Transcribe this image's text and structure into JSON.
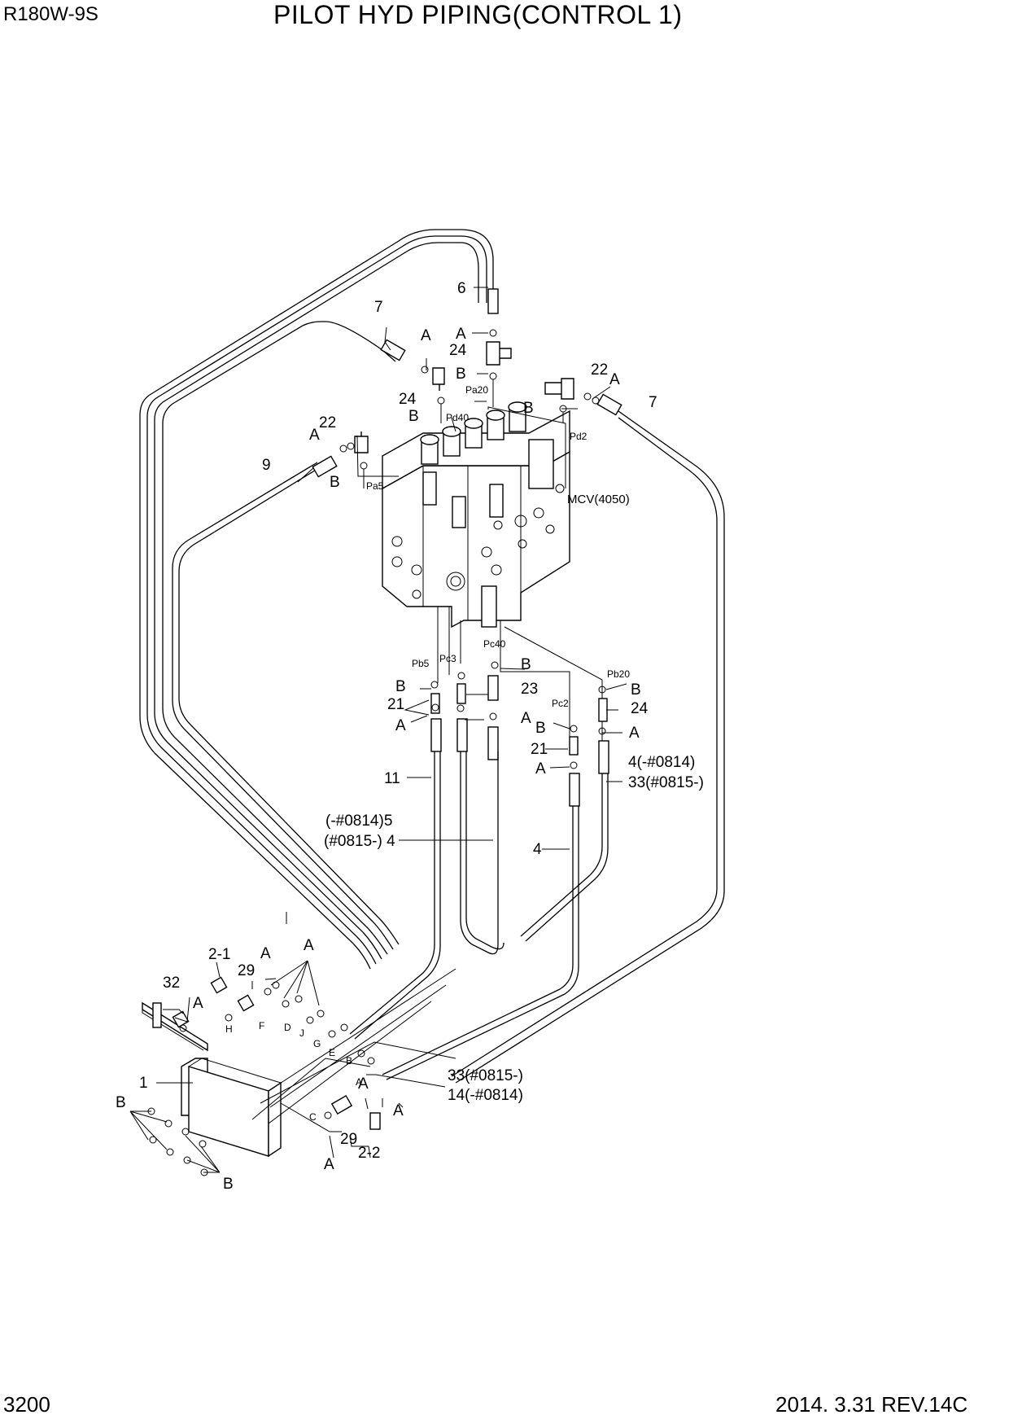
{
  "header": {
    "model": "R180W-9S",
    "title": "PILOT HYD PIPING(CONTROL 1)"
  },
  "footer": {
    "page_number": "3200",
    "revision": "2014. 3.31  REV.14C"
  },
  "labels": {
    "p6": "6",
    "p7a": "7",
    "p24a": "24",
    "p24b": "24",
    "p22a": "22",
    "p22b": "22",
    "p7b": "7",
    "p9": "9",
    "p23": "23",
    "p24c": "24",
    "p21a": "21",
    "p21b": "21",
    "p11": "11",
    "p4a": "4(-#0814)",
    "p33a": "33(#0815-)",
    "p5": "(-#0814)5",
    "p4b": "(#0815-) 4",
    "p4c": "4",
    "p21_1": "2-1",
    "p29a": "29",
    "p32": "32",
    "p1": "1",
    "p33b": "33(#0815-)",
    "p14": "14(-#0814)",
    "p29b": "29",
    "p22_2": "2-2",
    "mcv": "MCV(4050)",
    "Aa": "A",
    "Ab": "A",
    "Ac": "A",
    "Ad": "A",
    "Ae": "A",
    "Af": "A",
    "Ag": "A",
    "Ah": "A",
    "Ai": "A",
    "Aj": "A",
    "Ak": "A",
    "Al": "A",
    "Am": "A",
    "An": "A",
    "Ba": "B",
    "Bb": "B",
    "Bc": "B",
    "Bd": "B",
    "Be": "B",
    "Bf": "B",
    "Bg": "B",
    "Bh": "B",
    "Bi": "B",
    "Bj": "B"
  },
  "ports": {
    "pa20": "Pa20",
    "pd40": "Pd40",
    "pd2": "Pd2",
    "pa5": "Pa5",
    "pb5": "Pb5",
    "pc3": "Pc3",
    "pc40": "Pc40",
    "pb20": "Pb20",
    "pc2": "Pc2"
  },
  "block_letters": {
    "h": "H",
    "f": "F",
    "d": "D",
    "j": "J",
    "g": "G",
    "e": "E",
    "b": "B",
    "c": "C",
    "a": "A"
  }
}
